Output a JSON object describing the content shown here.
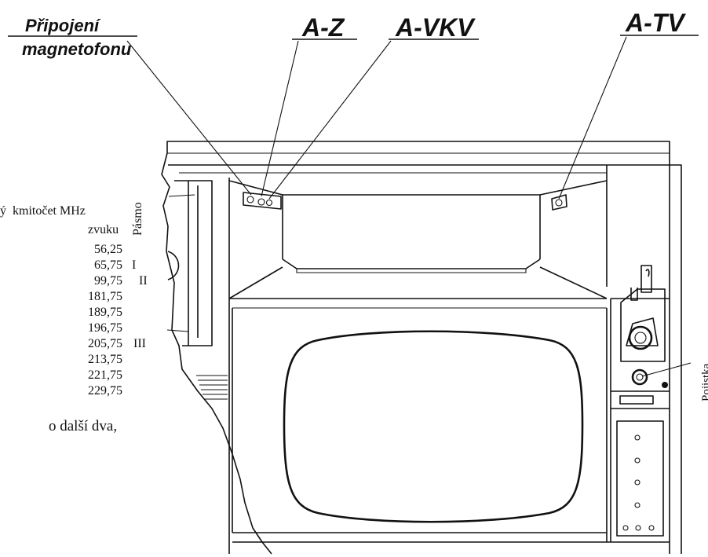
{
  "callouts": {
    "pripojeni_line1": "Připojení",
    "pripojeni_line2": "magnetofonu",
    "az": "A-Z",
    "avkv": "A-VKV",
    "atv": "A-TV",
    "pojistka": "Pojistka"
  },
  "table": {
    "header_freq": "kmitočet MHz",
    "header_sound": "zvuku",
    "header_band": "Pásmo",
    "frequencies": [
      "56,25",
      "65,75",
      "99,75",
      "181,75",
      "189,75",
      "196,75",
      "205,75",
      "213,75",
      "221,75",
      "229,75"
    ],
    "bands": [
      "I",
      "II",
      "III"
    ],
    "header_prefix": "ý"
  },
  "text_fragment": "o další dva,"
}
